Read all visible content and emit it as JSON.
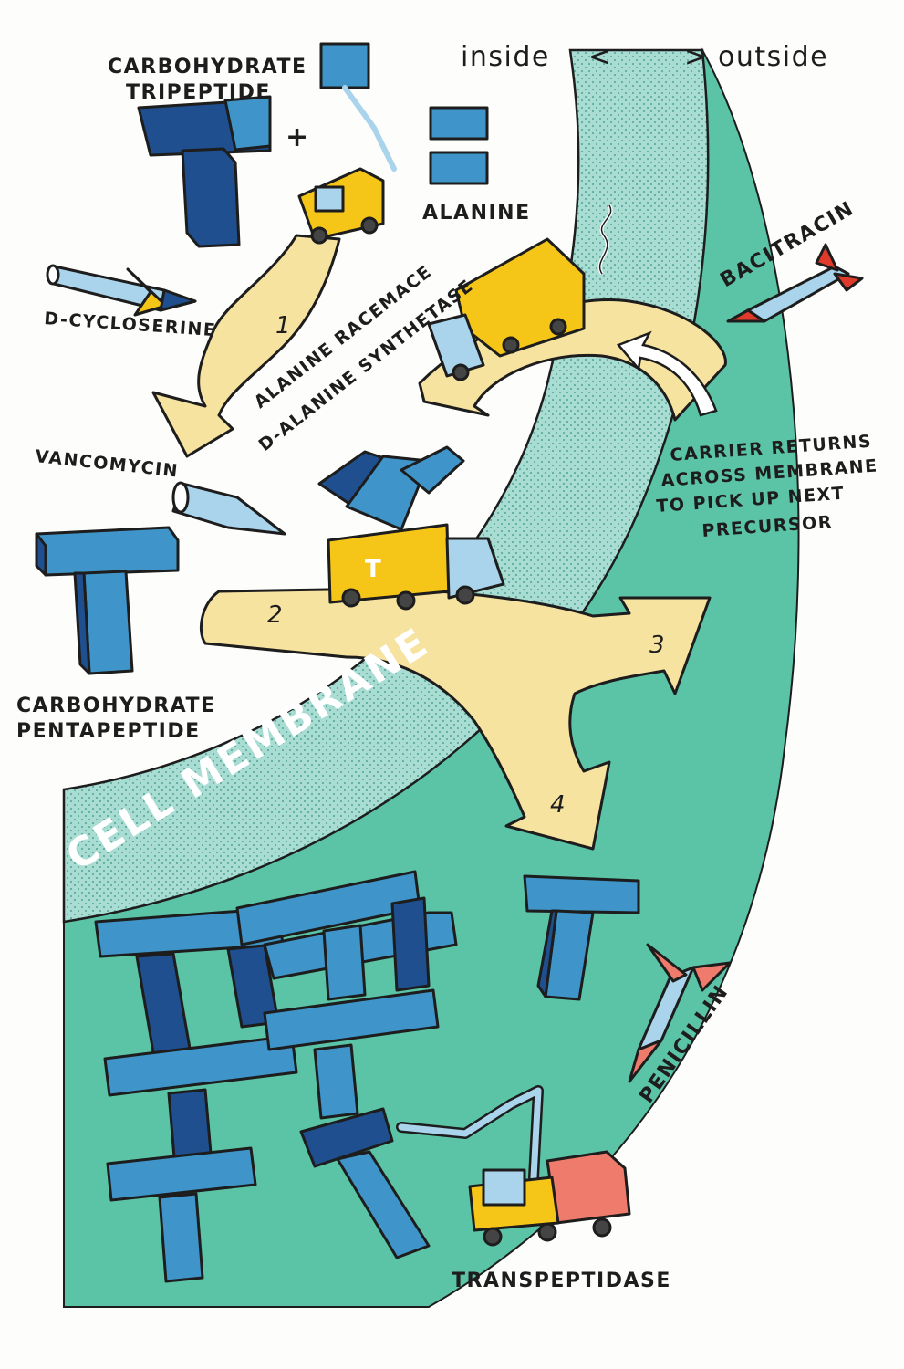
{
  "header": {
    "inside_label": "inside",
    "outside_label": "outside",
    "left_bracket": "<",
    "right_bracket": ">"
  },
  "labels": {
    "carbohydrate_tripeptide_1": "CARBOHYDRATE",
    "carbohydrate_tripeptide_2": "TRIPEPTIDE",
    "alanine": "ALANINE",
    "plus": "+",
    "d_cycloserine": "D-CYCLOSERINE",
    "enzyme_1": "ALANINE RACEMACE",
    "enzyme_2": "D-ALANINE SYNTHETASE",
    "bacitracin": "BACITRACIN",
    "vancomycin": "VANCOMYCIN",
    "carrier_1": "CARRIER RETURNS",
    "carrier_2": "ACROSS MEMBRANE",
    "carrier_3": "TO PICK UP NEXT",
    "carrier_4": "PRECURSOR",
    "carbohydrate_pentapeptide_1": "CARBOHYDRATE",
    "carbohydrate_pentapeptide_2": "PENTAPEPTIDE",
    "cell_membrane": "CELL MEMBRANE",
    "penicillin": "PENICILLIN",
    "transpeptidase": "TRANSPEPTIDASE",
    "truck_letter": "T"
  },
  "steps": [
    "1",
    "2",
    "3",
    "4"
  ],
  "colors": {
    "outside_green": "#5cc4a6",
    "membrane_teal": "#a9ddd3",
    "path_yellow": "#f7e3a0",
    "block_blue": "#3f95c9",
    "block_dark": "#1f4f8e",
    "truck_yellow": "#f5c518",
    "missile_red": "#e03a2a",
    "missile_light": "#a9d4ec",
    "penicillin_pink": "#ee7b6b"
  }
}
